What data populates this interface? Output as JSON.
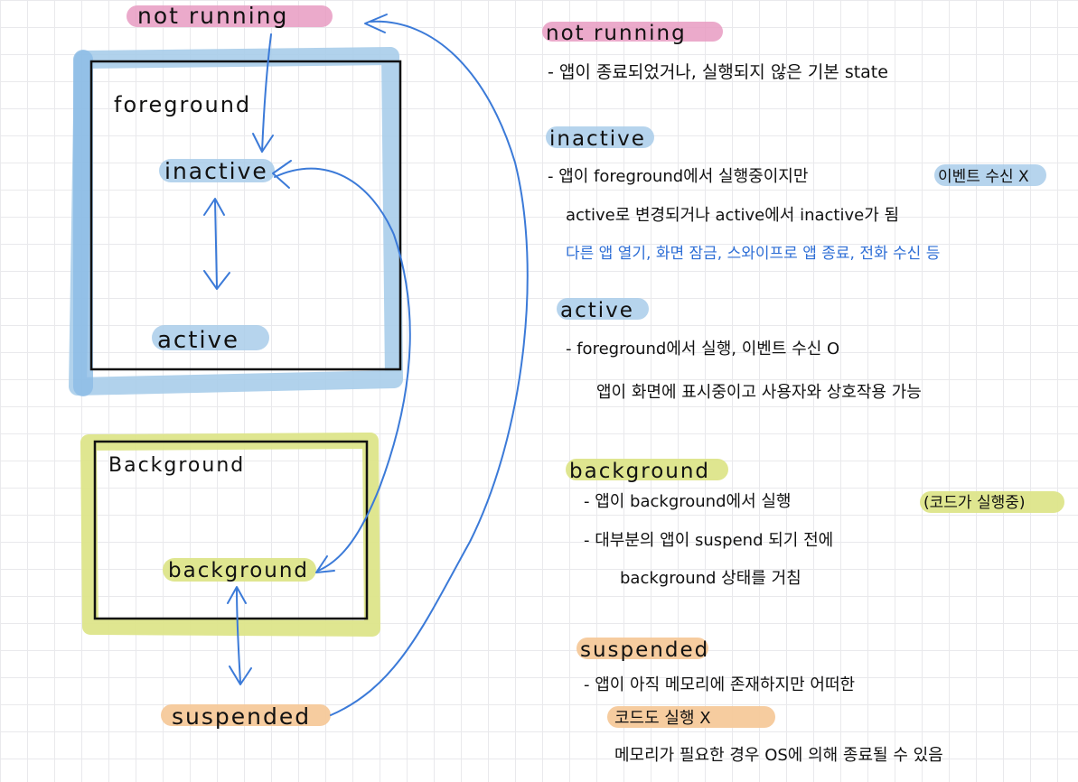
{
  "colors": {
    "pink": "#e79bc2",
    "light_blue": "#a9cdea",
    "yellow_green": "#dde58a",
    "orange": "#f6c99a",
    "arrow_blue": "#3b7ad8",
    "ink": "#111111"
  },
  "diagram": {
    "not_running": "not running",
    "foreground_box": "foreground",
    "inactive": "inactive",
    "active": "active",
    "background_box": "Background",
    "background": "background",
    "suspended": "suspended"
  },
  "notes": {
    "not_running": {
      "title": "not running",
      "line1": "- 앱이 종료되었거나, 실행되지 않은 기본 state"
    },
    "inactive": {
      "title": "inactive",
      "line1": "- 앱이 foreground에서 실행중이지만",
      "line1_highlight": "이벤트 수신 X",
      "line2": "active로 변경되거나 active에서 inactive가 됨",
      "examples": "다른 앱 열기, 화면 잠금, 스와이프로 앱 종료, 전화 수신 등"
    },
    "active": {
      "title": "active",
      "line1": "- foreground에서 실행, 이벤트 수신 O",
      "line2": "앱이 화면에 표시중이고 사용자와 상호작용 가능"
    },
    "background": {
      "title": "background",
      "line1": "- 앱이 background에서 실행",
      "line1_highlight": "(코드가 실행중)",
      "line2": "- 대부분의 앱이 suspend 되기 전에",
      "line3": "background 상태를 거침"
    },
    "suspended": {
      "title": "suspended",
      "line1": "- 앱이 아직 메모리에 존재하지만 어떠한",
      "line2_highlight": "코드도 실행 X",
      "line3": "메모리가 필요한 경우 OS에 의해 종료될 수 있음"
    }
  }
}
